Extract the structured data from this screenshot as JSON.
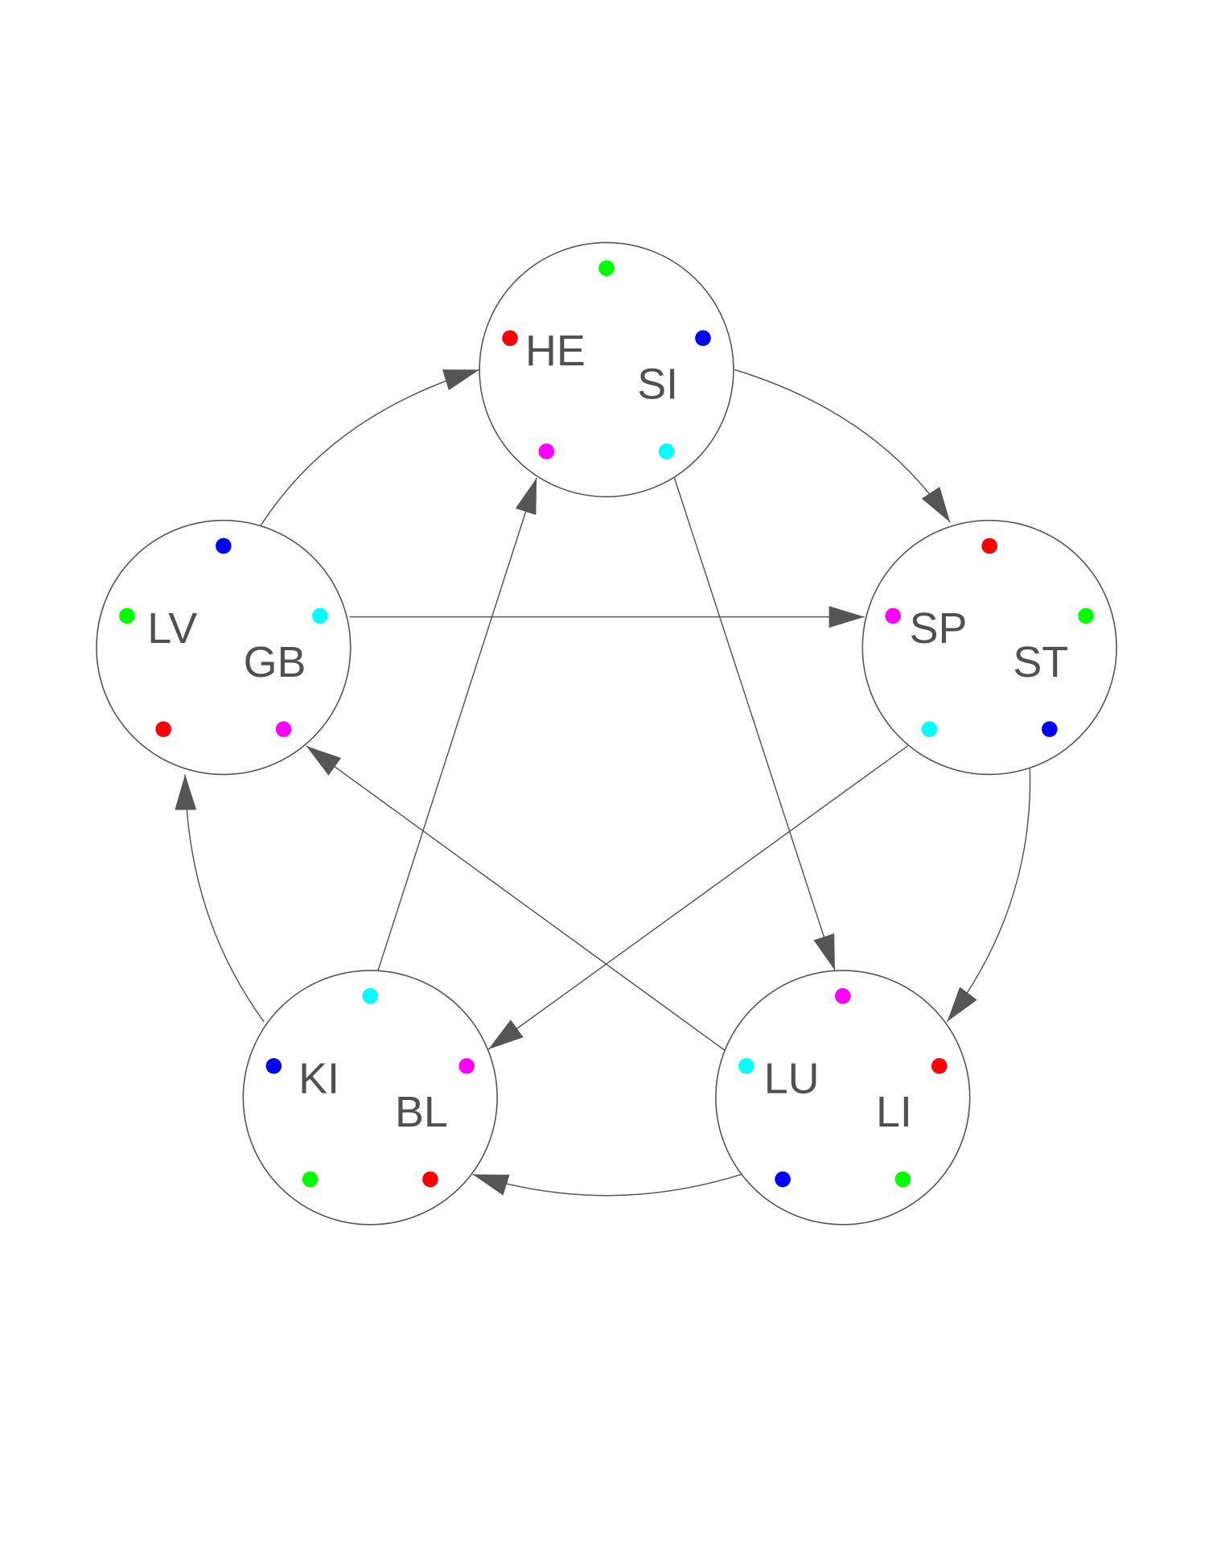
{
  "colors": {
    "line": "#555555",
    "text": "#505050",
    "red": "#ff0000",
    "green": "#00ff00",
    "blue": "#0000ff",
    "magenta": "#ff00ff",
    "cyan": "#00ffff"
  },
  "nodes": [
    {
      "id": "HE_SI",
      "labels": [
        "HE",
        "SI"
      ],
      "dots": [
        "green",
        "red",
        "blue",
        "magenta",
        "cyan"
      ]
    },
    {
      "id": "SP_ST",
      "labels": [
        "SP",
        "ST"
      ],
      "dots": [
        "red",
        "magenta",
        "green",
        "cyan",
        "blue"
      ]
    },
    {
      "id": "LU_LI",
      "labels": [
        "LU",
        "LI"
      ],
      "dots": [
        "magenta",
        "cyan",
        "red",
        "blue",
        "green"
      ]
    },
    {
      "id": "KI_BL",
      "labels": [
        "KI",
        "BL"
      ],
      "dots": [
        "cyan",
        "blue",
        "magenta",
        "green",
        "red"
      ]
    },
    {
      "id": "LV_GB",
      "labels": [
        "LV",
        "GB"
      ],
      "dots": [
        "blue",
        "green",
        "cyan",
        "red",
        "magenta"
      ]
    }
  ],
  "edges": [
    {
      "from": "LV_GB",
      "to": "HE_SI",
      "kind": "cycle"
    },
    {
      "from": "HE_SI",
      "to": "SP_ST",
      "kind": "cycle"
    },
    {
      "from": "SP_ST",
      "to": "LU_LI",
      "kind": "cycle"
    },
    {
      "from": "LU_LI",
      "to": "KI_BL",
      "kind": "cycle"
    },
    {
      "from": "KI_BL",
      "to": "LV_GB",
      "kind": "cycle"
    },
    {
      "from": "LV_GB",
      "to": "SP_ST",
      "kind": "cross"
    },
    {
      "from": "SP_ST",
      "to": "KI_BL",
      "kind": "cross"
    },
    {
      "from": "KI_BL",
      "to": "HE_SI",
      "kind": "cross"
    },
    {
      "from": "HE_SI",
      "to": "LU_LI",
      "kind": "cross"
    },
    {
      "from": "LU_LI",
      "to": "LV_GB",
      "kind": "cross"
    }
  ]
}
